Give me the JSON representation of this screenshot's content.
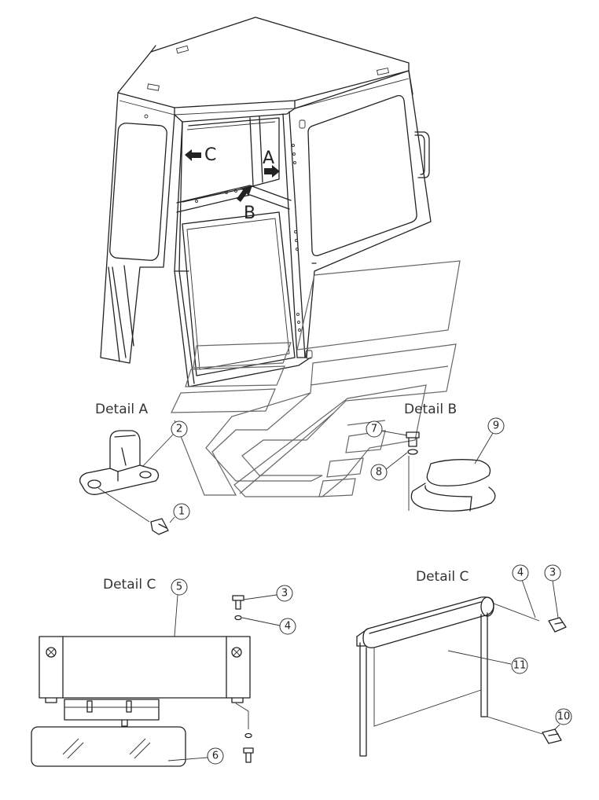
{
  "arrows": {
    "a": "A",
    "b": "B",
    "c": "C"
  },
  "details": {
    "detail_a": "Detail A",
    "detail_b": "Detail B",
    "detail_c_left": "Detail C",
    "detail_c_right": "Detail C"
  },
  "callouts": {
    "c1": "1",
    "c2": "2",
    "c3_left": "3",
    "c4_left": "4",
    "c5": "5",
    "c6": "6",
    "c7": "7",
    "c8": "8",
    "c9": "9",
    "c4_right": "4",
    "c3_right": "3",
    "c10": "10",
    "c11": "11"
  }
}
